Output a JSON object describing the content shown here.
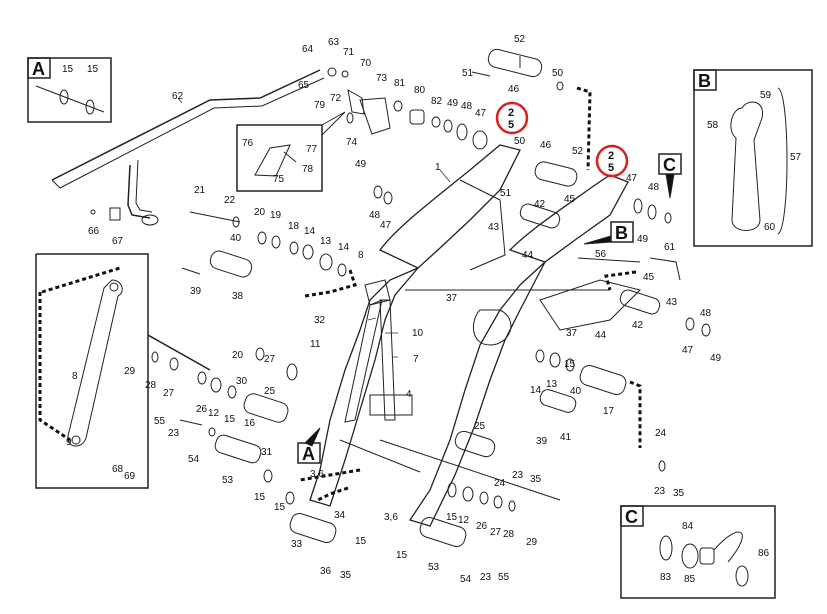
{
  "diagram": {
    "inset_letters": {
      "a": "A",
      "b": "B",
      "c": "C"
    },
    "callouts": [
      {
        "id": "c-15a",
        "text": "15"
      },
      {
        "id": "c-15b",
        "text": "15"
      },
      {
        "id": "c-62",
        "text": "62"
      },
      {
        "id": "c-64",
        "text": "64"
      },
      {
        "id": "c-63",
        "text": "63"
      },
      {
        "id": "c-71",
        "text": "71"
      },
      {
        "id": "c-65",
        "text": "65"
      },
      {
        "id": "c-70",
        "text": "70"
      },
      {
        "id": "c-79",
        "text": "79"
      },
      {
        "id": "c-72",
        "text": "72"
      },
      {
        "id": "c-73",
        "text": "73"
      },
      {
        "id": "c-81",
        "text": "81"
      },
      {
        "id": "c-80",
        "text": "80"
      },
      {
        "id": "c-82",
        "text": "82"
      },
      {
        "id": "c-49a",
        "text": "49"
      },
      {
        "id": "c-48a",
        "text": "48"
      },
      {
        "id": "c-47a",
        "text": "47"
      },
      {
        "id": "c-74",
        "text": "74"
      },
      {
        "id": "c-76",
        "text": "76"
      },
      {
        "id": "c-77",
        "text": "77"
      },
      {
        "id": "c-78",
        "text": "78"
      },
      {
        "id": "c-75",
        "text": "75"
      },
      {
        "id": "c-52a",
        "text": "52"
      },
      {
        "id": "c-51a",
        "text": "51"
      },
      {
        "id": "c-46a",
        "text": "46"
      },
      {
        "id": "c-50a",
        "text": "50"
      },
      {
        "id": "c-50b",
        "text": "50"
      },
      {
        "id": "c-46b",
        "text": "46"
      },
      {
        "id": "c-52b",
        "text": "52"
      },
      {
        "id": "c-1",
        "text": "1"
      },
      {
        "id": "c-49b",
        "text": "49"
      },
      {
        "id": "c-48b",
        "text": "48"
      },
      {
        "id": "c-47b",
        "text": "47"
      },
      {
        "id": "c-51b",
        "text": "51"
      },
      {
        "id": "c-45a",
        "text": "45"
      },
      {
        "id": "c-42a",
        "text": "42"
      },
      {
        "id": "c-43a",
        "text": "43"
      },
      {
        "id": "c-44a",
        "text": "44"
      },
      {
        "id": "c-47c",
        "text": "47"
      },
      {
        "id": "c-48c",
        "text": "48"
      },
      {
        "id": "c-49c",
        "text": "49"
      },
      {
        "id": "c-56",
        "text": "56"
      },
      {
        "id": "c-61",
        "text": "61"
      },
      {
        "id": "c-45b",
        "text": "45"
      },
      {
        "id": "c-43b",
        "text": "43"
      },
      {
        "id": "c-48d",
        "text": "48"
      },
      {
        "id": "c-42b",
        "text": "42"
      },
      {
        "id": "c-44b",
        "text": "44"
      },
      {
        "id": "c-47d",
        "text": "47"
      },
      {
        "id": "c-49d",
        "text": "49"
      },
      {
        "id": "c-37a",
        "text": "37"
      },
      {
        "id": "c-37b",
        "text": "37"
      },
      {
        "id": "c-21",
        "text": "21"
      },
      {
        "id": "c-22",
        "text": "22"
      },
      {
        "id": "c-66",
        "text": "66"
      },
      {
        "id": "c-67",
        "text": "67"
      },
      {
        "id": "c-20a",
        "text": "20"
      },
      {
        "id": "c-19",
        "text": "19"
      },
      {
        "id": "c-18",
        "text": "18"
      },
      {
        "id": "c-14a",
        "text": "14"
      },
      {
        "id": "c-13a",
        "text": "13"
      },
      {
        "id": "c-14b",
        "text": "14"
      },
      {
        "id": "c-40a",
        "text": "40"
      },
      {
        "id": "c-8a",
        "text": "8"
      },
      {
        "id": "c-39a",
        "text": "39"
      },
      {
        "id": "c-38",
        "text": "38"
      },
      {
        "id": "c-32",
        "text": "32"
      },
      {
        "id": "c-10",
        "text": "10"
      },
      {
        "id": "c-11",
        "text": "11"
      },
      {
        "id": "c-7",
        "text": "7"
      },
      {
        "id": "c-8b",
        "text": "8"
      },
      {
        "id": "c-9",
        "text": "9"
      },
      {
        "id": "c-68",
        "text": "68"
      },
      {
        "id": "c-69",
        "text": "69"
      },
      {
        "id": "c-29a",
        "text": "29"
      },
      {
        "id": "c-28a",
        "text": "28"
      },
      {
        "id": "c-27a",
        "text": "27"
      },
      {
        "id": "c-20b",
        "text": "20"
      },
      {
        "id": "c-27b",
        "text": "27"
      },
      {
        "id": "c-30",
        "text": "30"
      },
      {
        "id": "c-26a",
        "text": "26"
      },
      {
        "id": "c-12a",
        "text": "12"
      },
      {
        "id": "c-15c",
        "text": "15"
      },
      {
        "id": "c-25a",
        "text": "25"
      },
      {
        "id": "c-16",
        "text": "16"
      },
      {
        "id": "c-55a",
        "text": "55"
      },
      {
        "id": "c-23a",
        "text": "23"
      },
      {
        "id": "c-31",
        "text": "31"
      },
      {
        "id": "c-54a",
        "text": "54"
      },
      {
        "id": "c-53a",
        "text": "53"
      },
      {
        "id": "c-15d",
        "text": "15"
      },
      {
        "id": "c-15e",
        "text": "15"
      },
      {
        "id": "c-36a",
        "text": "3,6"
      },
      {
        "id": "c-4",
        "text": "4"
      },
      {
        "id": "c-14c",
        "text": "14"
      },
      {
        "id": "c-13b",
        "text": "13"
      },
      {
        "id": "c-15f",
        "text": "15"
      },
      {
        "id": "c-40b",
        "text": "40"
      },
      {
        "id": "c-17",
        "text": "17"
      },
      {
        "id": "c-24a",
        "text": "24"
      },
      {
        "id": "c-41",
        "text": "41"
      },
      {
        "id": "c-39b",
        "text": "39"
      },
      {
        "id": "c-25b",
        "text": "25"
      },
      {
        "id": "c-23b",
        "text": "23"
      },
      {
        "id": "c-35a",
        "text": "35"
      },
      {
        "id": "c-24b",
        "text": "24"
      },
      {
        "id": "c-15g",
        "text": "15"
      },
      {
        "id": "c-12b",
        "text": "12"
      },
      {
        "id": "c-26b",
        "text": "26"
      },
      {
        "id": "c-27c",
        "text": "27"
      },
      {
        "id": "c-28b",
        "text": "28"
      },
      {
        "id": "c-29b",
        "text": "29"
      },
      {
        "id": "c-23c",
        "text": "23"
      },
      {
        "id": "c-35b",
        "text": "35"
      },
      {
        "id": "c-34",
        "text": "34"
      },
      {
        "id": "c-33",
        "text": "33"
      },
      {
        "id": "c-15h",
        "text": "15"
      },
      {
        "id": "c-36b",
        "text": "3,6"
      },
      {
        "id": "c-15i",
        "text": "15"
      },
      {
        "id": "c-36",
        "text": "36"
      },
      {
        "id": "c-35c",
        "text": "35"
      },
      {
        "id": "c-53b",
        "text": "53"
      },
      {
        "id": "c-54b",
        "text": "54"
      },
      {
        "id": "c-23d",
        "text": "23"
      },
      {
        "id": "c-55b",
        "text": "55"
      },
      {
        "id": "c-58",
        "text": "58"
      },
      {
        "id": "c-59",
        "text": "59"
      },
      {
        "id": "c-57",
        "text": "57"
      },
      {
        "id": "c-60",
        "text": "60"
      },
      {
        "id": "c-84",
        "text": "84"
      },
      {
        "id": "c-83",
        "text": "83"
      },
      {
        "id": "c-85",
        "text": "85"
      },
      {
        "id": "c-86",
        "text": "86"
      }
    ],
    "highlighted": [
      {
        "id": "h1",
        "top": "2",
        "bottom": "5"
      },
      {
        "id": "h2",
        "top": "2",
        "bottom": "5"
      }
    ],
    "highlight_color": "#d92020",
    "dashed_leader_color": "#111111"
  }
}
